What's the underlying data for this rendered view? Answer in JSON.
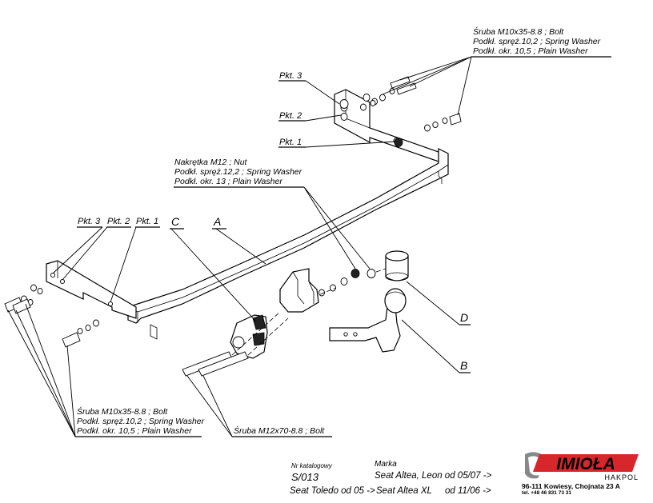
{
  "callouts": {
    "top_right": {
      "line1": "Śruba M10x35-8.8 ;  Bolt",
      "line2": "Podkł. spręż.10,2 ; Spring Washer",
      "line3": "Podkł. okr. 10,5 ; Plain Washer"
    },
    "pkt_right": {
      "p3": "Pkt. 3",
      "p2": "Pkt. 2",
      "p1": "Pkt. 1"
    },
    "nut": {
      "line1": "Nakrętka  M12 ; Nut",
      "line2": "Podkł. spręż.12,2 ; Spring Washer",
      "line3": "Podkł. okr. 13 ; Plain Washer"
    },
    "pkt_left": {
      "p3": "Pkt. 3",
      "p2": "Pkt. 2",
      "p1": "Pkt. 1"
    },
    "letters": {
      "a": "A",
      "b": "B",
      "c": "C",
      "d": "D"
    },
    "bottom_left": {
      "line1": "Śruba M10x35-8.8 ;  Bolt",
      "line2": "Podkł. spręż.10,2 ; Spring Washer",
      "line3": "Podkł. okr. 10,5 ; Plain Washer"
    },
    "bottom_bolt": "Śruba M12x70-8.8   ;  Bolt"
  },
  "footer": {
    "catalog_label": "Nr katalogowy",
    "catalog_number": "S/013",
    "brand_label": "Marka",
    "row1": "Seat Altea, Leon  od 05/07 ->",
    "row2_left": "Seat Toledo od 05 ->",
    "row2_mid": "Seat Altea XL",
    "row2_right": "od 11/06 ->"
  },
  "company": {
    "name": "IMIOŁA",
    "sub": "HAKPOL",
    "address": "96-111 Kowiesy, Chojnata 23 A",
    "phone": "tel. +48 46 831 73 31"
  },
  "colors": {
    "ink": "#000000",
    "brand_red": "#d8262d",
    "paper": "#ffffff"
  }
}
